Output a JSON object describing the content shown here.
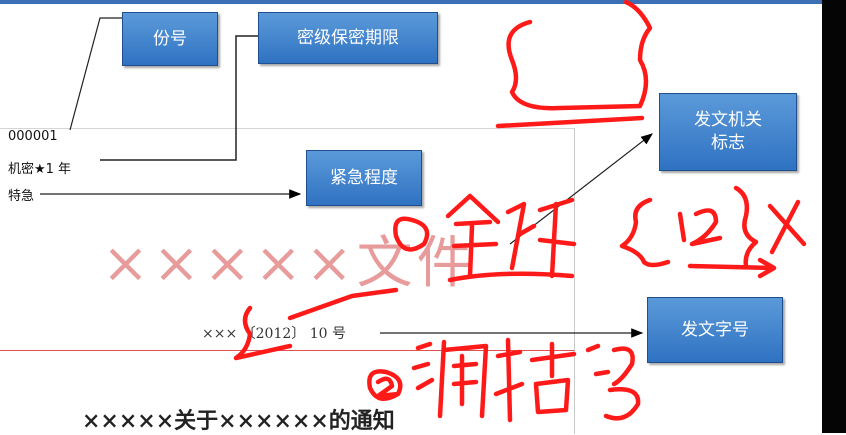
{
  "boxes": {
    "copy_number": "份号",
    "secrecy": "密级保密期限",
    "urgency": "紧急程度",
    "issuer_mark": "发文机关\n标志",
    "doc_number": "发文字号"
  },
  "document": {
    "serial": "000001",
    "classification": "机密★1 年",
    "urgency_text": "特急",
    "banner": "×××××文件",
    "doc_number": "××× 〔2012〕 10 号",
    "title": "×××××关于××××××的通知"
  },
  "colors": {
    "box": "#3d7fcc",
    "ink": "#ff1a1a",
    "banner": "#e79b9b"
  }
}
